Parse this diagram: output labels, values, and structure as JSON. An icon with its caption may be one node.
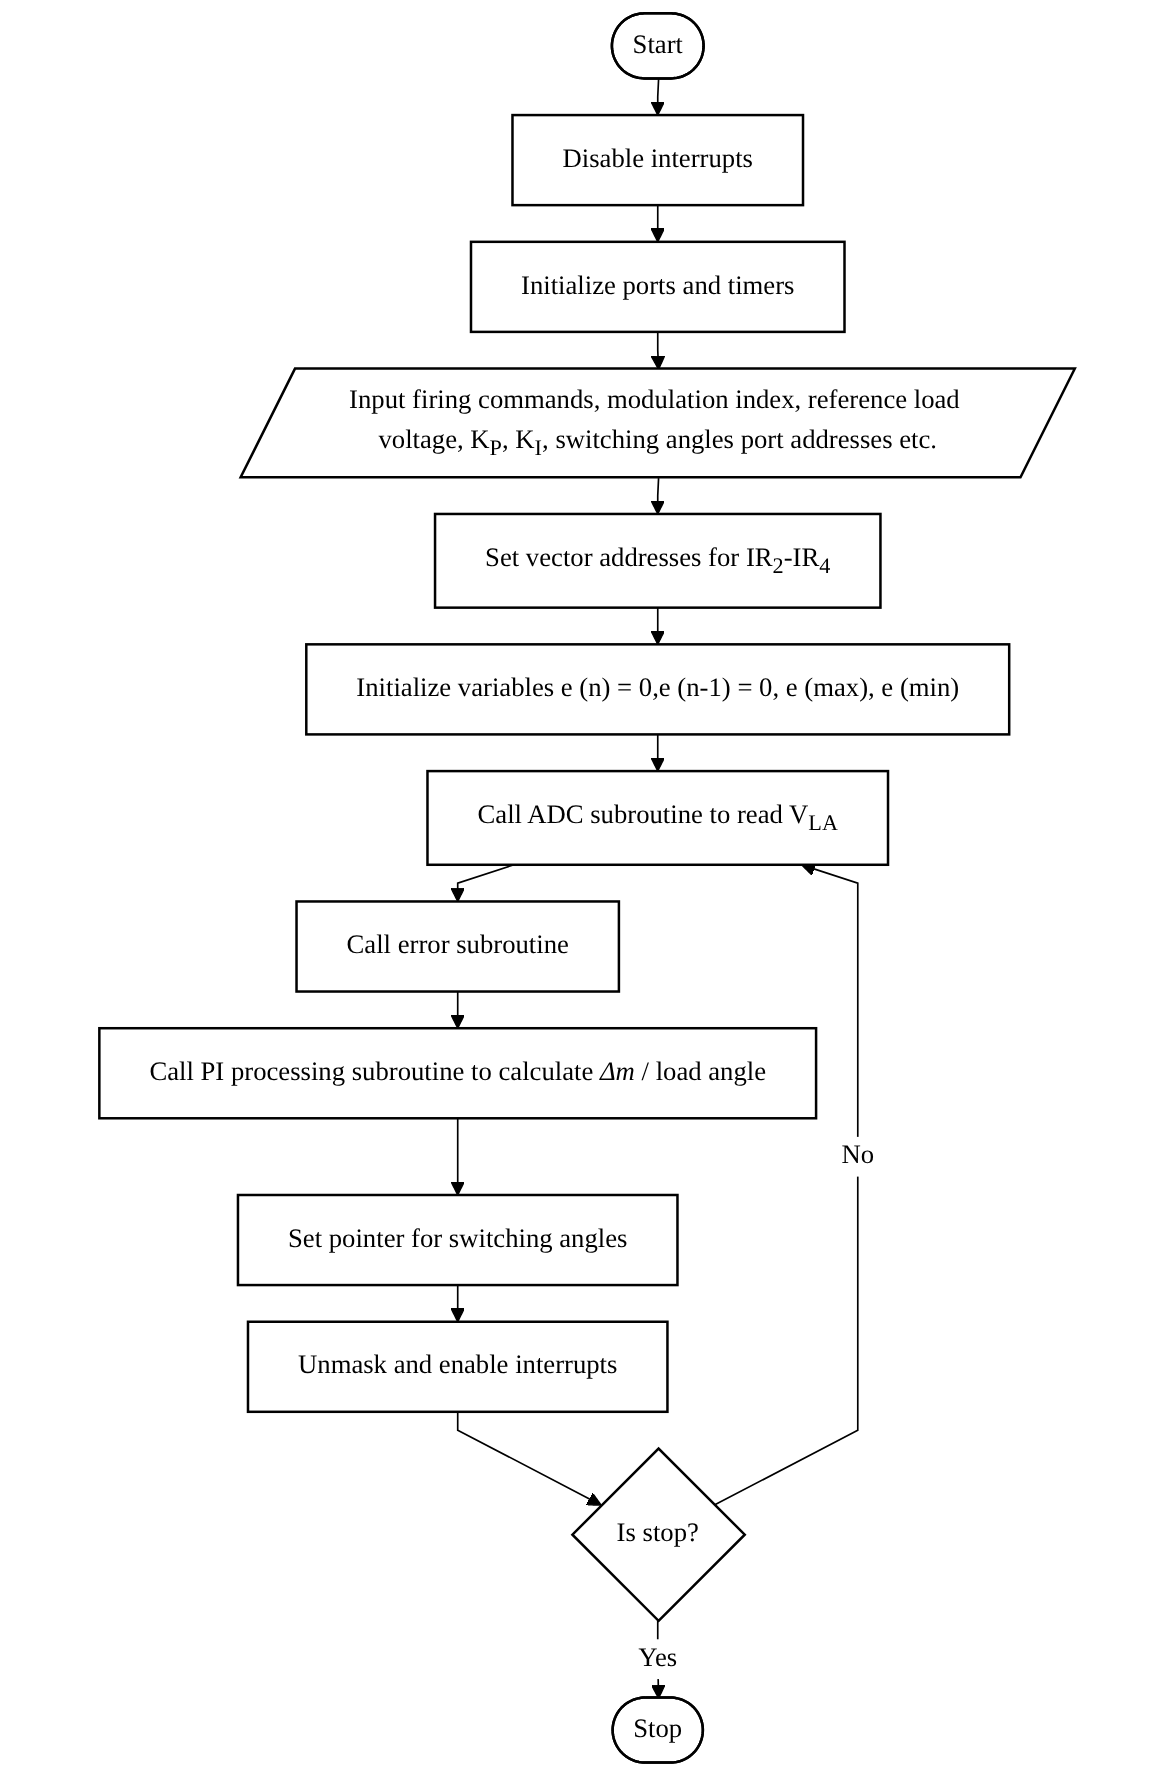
{
  "diagram": {
    "nodes": [
      {
        "text": [
          "Start"
        ]
      },
      {
        "text": [
          "Disable interrupts"
        ]
      },
      {
        "text": [
          "Initialize ports and timers"
        ]
      },
      {
        "text": [
          "Input firing commands, modulation index, reference load voltage, K$_{P}$, K$_{I}$, switching angles port addresses etc."
        ]
      },
      {
        "text": [
          "Set vector addresses for IR$_{2}$-IR$_{4}$"
        ]
      },
      {
        "text": [
          "Initialize variables e (n) = 0,e (n-1) = 0, e (max), e (min)"
        ]
      },
      {
        "text": [
          "Call ADC subroutine to read V$_{LA}$"
        ]
      },
      {
        "text": [
          "Call error subroutine"
        ]
      },
      {
        "text": [
          "Call PI processing subroutine to calculate *Δm* / load angle"
        ]
      },
      {
        "text": [
          "Set pointer for switching angles"
        ]
      },
      {
        "text": [
          "Unmask and enable interrupts"
        ]
      },
      {
        "text": [
          "Is stop?"
        ]
      },
      {
        "text": [
          "Stop"
        ]
      }
    ],
    "edges": [
      {
        "from": 0,
        "to": 1,
        "arrow": "to"
      },
      {
        "from": 1,
        "to": 2,
        "arrow": "to"
      },
      {
        "from": 2,
        "to": 3,
        "arrow": "to"
      },
      {
        "from": 3,
        "to": 4,
        "arrow": "to"
      },
      {
        "from": 4,
        "to": 5,
        "arrow": "to"
      },
      {
        "from": 5,
        "to": 6,
        "arrow": "to"
      },
      {
        "from": 6,
        "to": 7,
        "arrow": "to"
      },
      {
        "from": 7,
        "to": 8,
        "arrow": "to"
      },
      {
        "from": 8,
        "to": 9,
        "arrow": "to"
      },
      {
        "from": 9,
        "to": 10,
        "arrow": "to"
      },
      {
        "from": 10,
        "to": 11,
        "arrow": "to"
      },
      {
        "from": 11,
        "to": 6,
        "label": "No",
        "arrow": "to"
      },
      {
        "from": 11,
        "to": 12,
        "label": "Yes",
        "arrow": "to"
      }
    ]
  }
}
